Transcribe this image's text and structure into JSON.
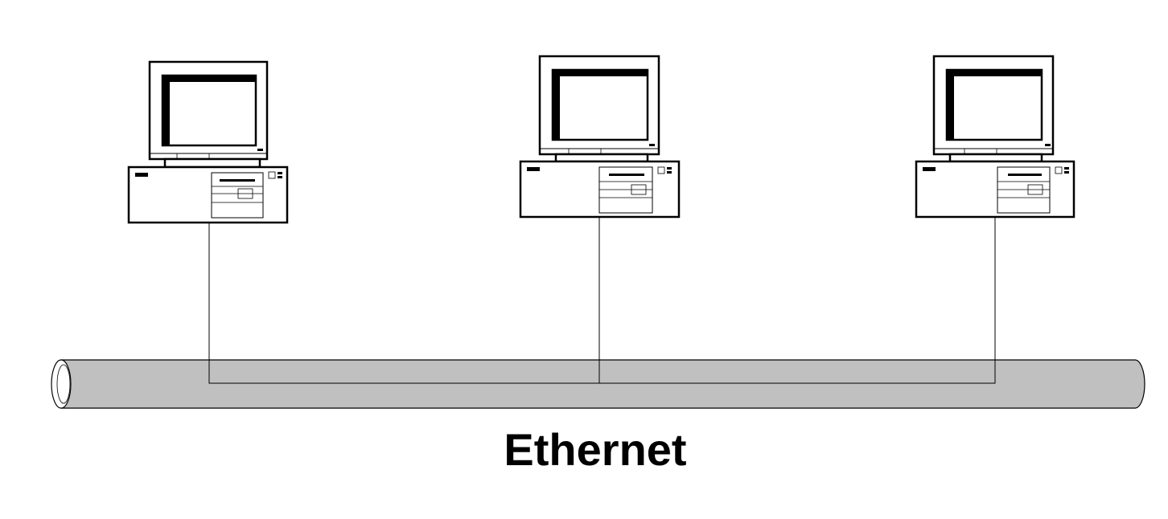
{
  "diagram": {
    "label": "Ethernet",
    "colors": {
      "cable_fill": "#c0c0c0",
      "stroke": "#000000",
      "background": "#ffffff"
    },
    "nodes": [
      {
        "id": "computer-1",
        "icon": "desktop-computer-icon"
      },
      {
        "id": "computer-2",
        "icon": "desktop-computer-icon"
      },
      {
        "id": "computer-3",
        "icon": "desktop-computer-icon"
      }
    ],
    "medium": {
      "icon": "coaxial-cable-icon"
    }
  }
}
